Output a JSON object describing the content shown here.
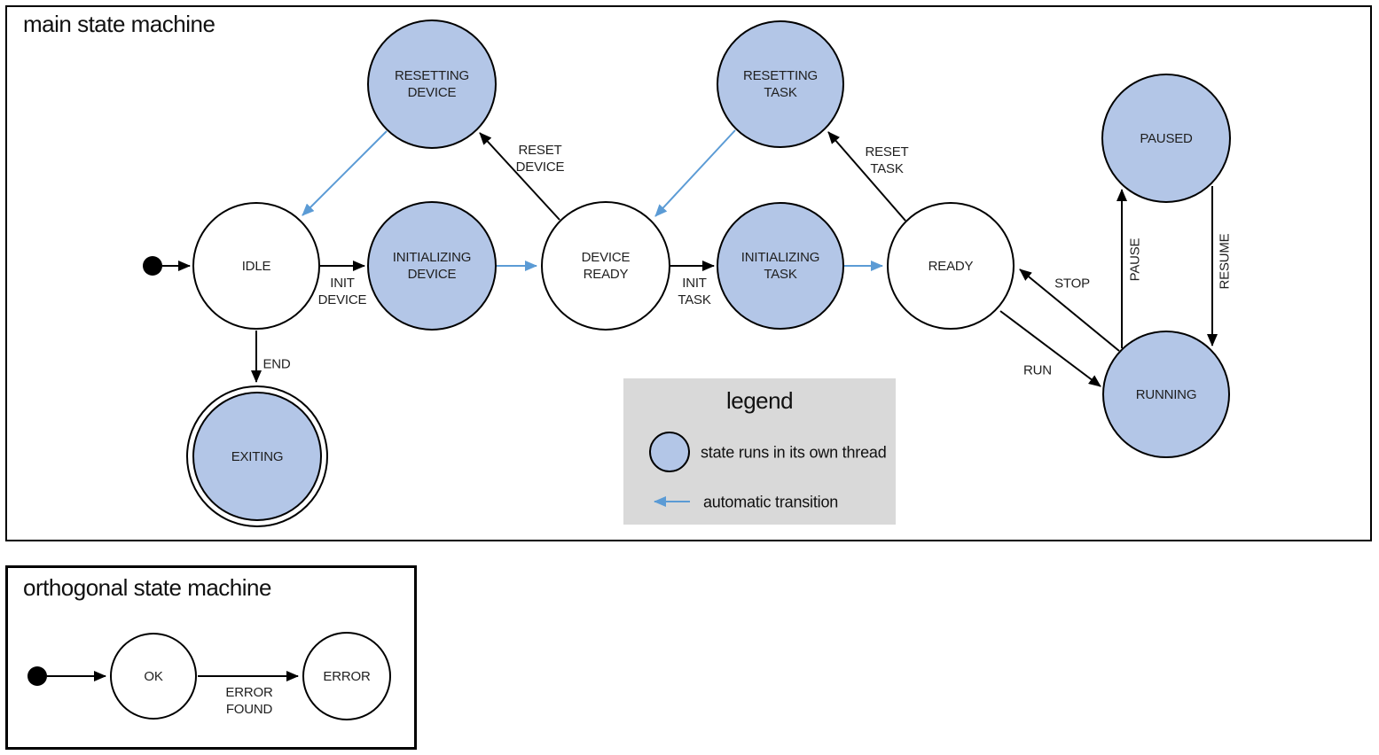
{
  "colors": {
    "threaded_state_fill": "#b3c6e7",
    "automatic_transition_blue": "#5b9bd5",
    "legend_background": "#d9d9d9",
    "line_black": "#000000"
  },
  "main": {
    "title": "main state machine",
    "states": {
      "resetting_device": [
        "RESETTING",
        "DEVICE"
      ],
      "resetting_task": [
        "RESETTING",
        "TASK"
      ],
      "paused": [
        "PAUSED"
      ],
      "idle": [
        "IDLE"
      ],
      "initializing_device": [
        "INITIALIZING",
        "DEVICE"
      ],
      "device_ready": [
        "DEVICE",
        "READY"
      ],
      "initializing_task": [
        "INITIALIZING",
        "TASK"
      ],
      "ready": [
        "READY"
      ],
      "running": [
        "RUNNING"
      ],
      "exiting": [
        "EXITING"
      ]
    },
    "transitions": {
      "init_device": [
        "INIT",
        "DEVICE"
      ],
      "reset_device": [
        "RESET",
        "DEVICE"
      ],
      "init_task": [
        "INIT",
        "TASK"
      ],
      "reset_task": [
        "RESET",
        "TASK"
      ],
      "stop": "STOP",
      "run": "RUN",
      "pause": "PAUSE",
      "resume": "RESUME",
      "end": "END"
    }
  },
  "legend": {
    "title": "legend",
    "threaded_state": "state runs in its own thread",
    "automatic_transition": "automatic transition"
  },
  "orthogonal": {
    "title": "orthogonal state machine",
    "states": {
      "ok": [
        "OK"
      ],
      "error": [
        "ERROR"
      ]
    },
    "transitions": {
      "error_found": [
        "ERROR",
        "FOUND"
      ]
    }
  }
}
